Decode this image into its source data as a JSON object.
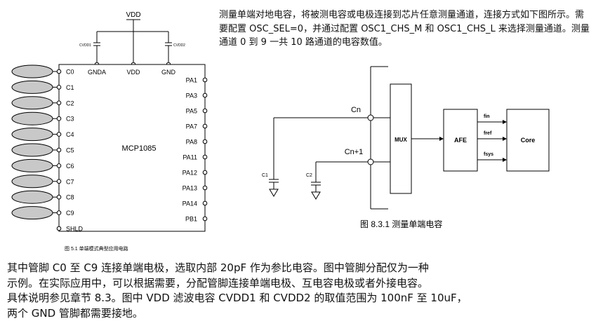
{
  "left_figure": {
    "vdd_top": "VDD",
    "cap1_label": "CVDD1",
    "cap2_label": "CVDD2",
    "top_pins": [
      "GNDA",
      "VDD",
      "GND"
    ],
    "left_pins": [
      "C0",
      "C1",
      "C2",
      "C3",
      "C4",
      "C5",
      "C6",
      "C7",
      "C8",
      "C9",
      "SHLD"
    ],
    "right_pins": [
      "PA1",
      "PA3",
      "PA5",
      "PA7",
      "PA8",
      "PA11",
      "PA12",
      "PA13",
      "PA14",
      "PB1"
    ],
    "chip_name": "MCP1085",
    "caption": "图 5.1  单端模式典型应用电路"
  },
  "right_text": {
    "lines": [
      "测量单端对地电容，将被测电容或电极连接到芯片任意测量通道，连接方式如下图所示。需",
      "要配置 OSC_SEL=0，并通过配置 OSC1_CHS_M 和 OSC1_CHS_L 来选择测量通道。测量",
      "通道 0 到 9 一共 10 路通道的电容数值。"
    ]
  },
  "right_figure": {
    "cn_label": "Cn",
    "cn1_label": "Cn+1",
    "c1_label": "C1",
    "c2_label": "C2",
    "mux_label": "MUX",
    "afe_label": "AFE",
    "core_label": "Core",
    "signals": [
      "fin",
      "fref",
      "fsys"
    ],
    "caption": "图 8.3.1   测量单端电容"
  },
  "bottom_text": {
    "lines": [
      "其中管脚 C0 至 C9 连接单端电极，选取内部 20pF 作为参比电容。图中管脚分配仅为一种",
      "示例。在实际应用中，可以根据需要，分配管脚连接单端电极、互电容电极或者外接电容。",
      "具体说明参见章节 8.3。图中 VDD 滤波电容 CVDD1 和 CVDD2 的取值范围为 100nF 至 10uF，",
      "两个 GND 管脚都需要接地。"
    ]
  }
}
